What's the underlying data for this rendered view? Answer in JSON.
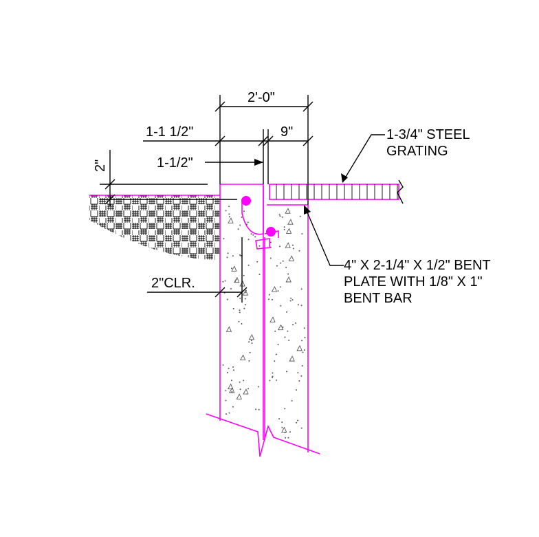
{
  "colors": {
    "concrete_outline": "#ff00ff",
    "dimension_lines": "#000000",
    "earth_hatch": "#000000",
    "background": "#ffffff"
  },
  "dimensions": {
    "overall_width": "2'-0\"",
    "upper_left": "1-1 1/2\"",
    "right_segment": "9\"",
    "lower_left": "1-1/2\"",
    "vertical_small": "2\"",
    "clearance": "2\"CLR."
  },
  "callouts": {
    "grating": [
      "1-3/4\" STEEL",
      "GRATING"
    ],
    "bent_plate": [
      "4\" X 2-1/4\" X 1/2\" BENT",
      "PLATE WITH 1/8\" X 1\"",
      "BENT BAR"
    ]
  },
  "icons": {
    "earth_fill": "earth-hatch-pattern",
    "concrete_fill": "concrete-stipple-pattern",
    "rebar": "rebar-dot-icon",
    "grating": "grating-section-icon"
  }
}
